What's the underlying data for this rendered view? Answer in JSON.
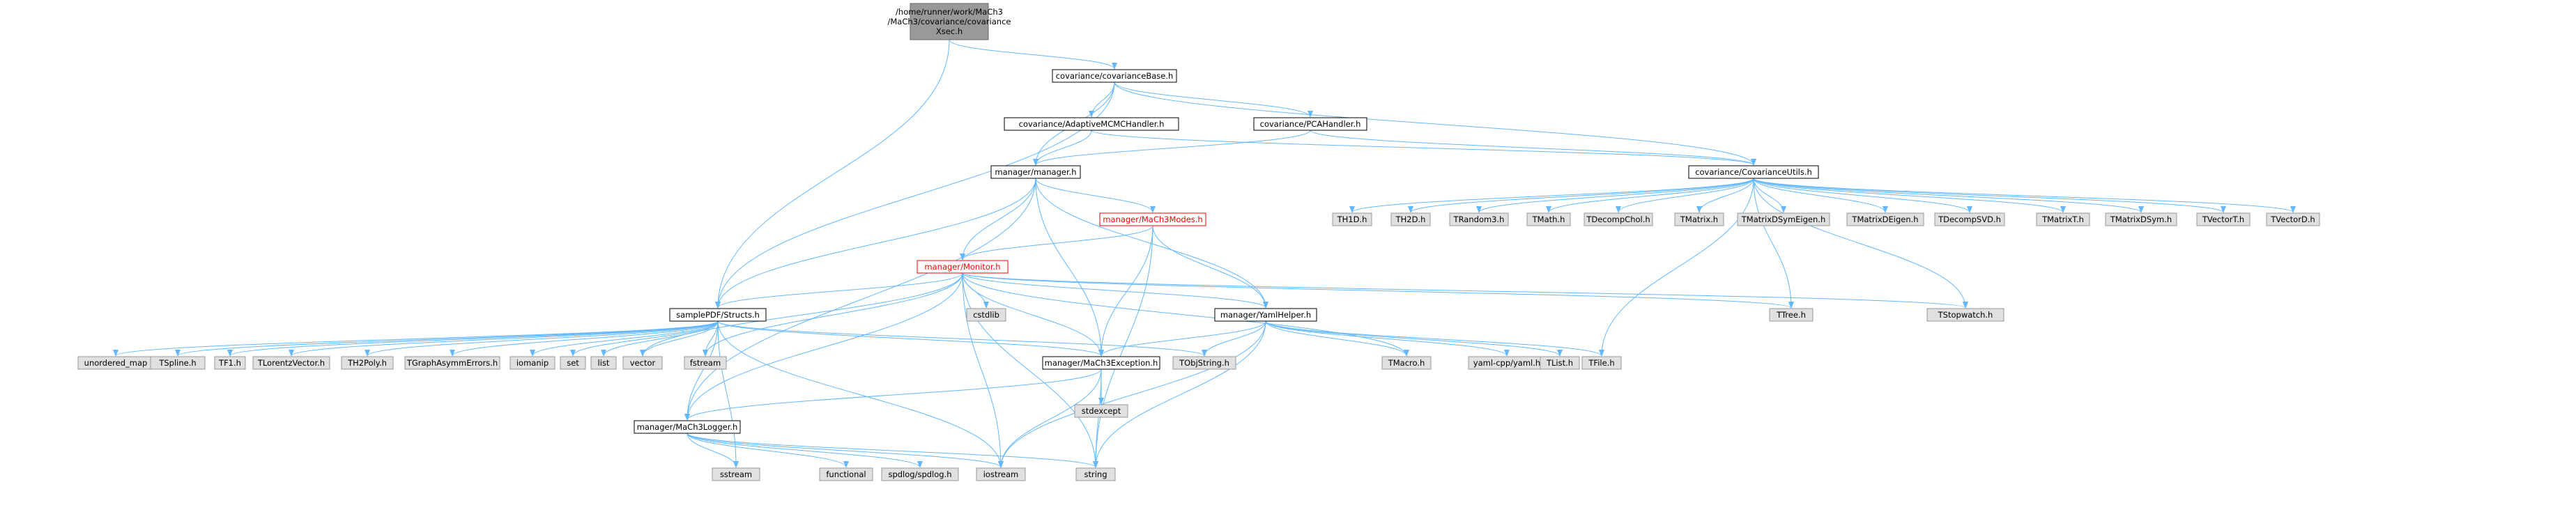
{
  "colors": {
    "edge": "#63b8ff",
    "node_border": "#000000",
    "node_fill": "#ffffff",
    "external_fill": "#e0e0e0",
    "external_border": "#999999",
    "root_fill": "#999999",
    "root_border": "#666666",
    "incomplete_border": "#ff0000"
  },
  "nodes": [
    {
      "id": "root",
      "lines": [
        "/home/runner/work/MaCh3",
        "/MaCh3/covariance/covariance",
        "Xsec.h"
      ],
      "kind": "root"
    },
    {
      "id": "covBase",
      "lines": [
        "covariance/covarianceBase.h"
      ],
      "kind": "internal"
    },
    {
      "id": "adaptive",
      "lines": [
        "covariance/AdaptiveMCMCHandler.h"
      ],
      "kind": "internal"
    },
    {
      "id": "pca",
      "lines": [
        "covariance/PCAHandler.h"
      ],
      "kind": "internal"
    },
    {
      "id": "manager",
      "lines": [
        "manager/manager.h"
      ],
      "kind": "internal"
    },
    {
      "id": "covUtils",
      "lines": [
        "covariance/CovarianceUtils.h"
      ],
      "kind": "internal"
    },
    {
      "id": "modes",
      "lines": [
        "manager/MaCh3Modes.h"
      ],
      "kind": "incomplete"
    },
    {
      "id": "monitor",
      "lines": [
        "manager/Monitor.h"
      ],
      "kind": "incomplete"
    },
    {
      "id": "structs",
      "lines": [
        "samplePDF/Structs.h"
      ],
      "kind": "internal"
    },
    {
      "id": "yaml",
      "lines": [
        "manager/YamlHelper.h"
      ],
      "kind": "internal"
    },
    {
      "id": "exception",
      "lines": [
        "manager/MaCh3Exception.h"
      ],
      "kind": "internal"
    },
    {
      "id": "logger",
      "lines": [
        "manager/MaCh3Logger.h"
      ],
      "kind": "internal"
    },
    {
      "id": "th1d",
      "lines": [
        "TH1D.h"
      ],
      "kind": "external"
    },
    {
      "id": "th2d",
      "lines": [
        "TH2D.h"
      ],
      "kind": "external"
    },
    {
      "id": "trandom3",
      "lines": [
        "TRandom3.h"
      ],
      "kind": "external"
    },
    {
      "id": "tmath",
      "lines": [
        "TMath.h"
      ],
      "kind": "external"
    },
    {
      "id": "tdecompchol",
      "lines": [
        "TDecompChol.h"
      ],
      "kind": "external"
    },
    {
      "id": "tmatrix",
      "lines": [
        "TMatrix.h"
      ],
      "kind": "external"
    },
    {
      "id": "tmatrixdsymeigen",
      "lines": [
        "TMatrixDSymEigen.h"
      ],
      "kind": "external"
    },
    {
      "id": "tmatrixdeigen",
      "lines": [
        "TMatrixDEigen.h"
      ],
      "kind": "external"
    },
    {
      "id": "tdecompsvd",
      "lines": [
        "TDecompSVD.h"
      ],
      "kind": "external"
    },
    {
      "id": "tmatrixt",
      "lines": [
        "TMatrixT.h"
      ],
      "kind": "external"
    },
    {
      "id": "tmatrixdsym",
      "lines": [
        "TMatrixDSym.h"
      ],
      "kind": "external"
    },
    {
      "id": "tvectort",
      "lines": [
        "TVectorT.h"
      ],
      "kind": "external"
    },
    {
      "id": "tvectord",
      "lines": [
        "TVectorD.h"
      ],
      "kind": "external"
    },
    {
      "id": "ttree",
      "lines": [
        "TTree.h"
      ],
      "kind": "external"
    },
    {
      "id": "tstopwatch",
      "lines": [
        "TStopwatch.h"
      ],
      "kind": "external"
    },
    {
      "id": "cstdlib",
      "lines": [
        "cstdlib"
      ],
      "kind": "external"
    },
    {
      "id": "unordered_map",
      "lines": [
        "unordered_map"
      ],
      "kind": "external"
    },
    {
      "id": "tspline",
      "lines": [
        "TSpline.h"
      ],
      "kind": "external"
    },
    {
      "id": "tf1",
      "lines": [
        "TF1.h"
      ],
      "kind": "external"
    },
    {
      "id": "tlorentz",
      "lines": [
        "TLorentzVector.h"
      ],
      "kind": "external"
    },
    {
      "id": "th2poly",
      "lines": [
        "TH2Poly.h"
      ],
      "kind": "external"
    },
    {
      "id": "tgraphasym",
      "lines": [
        "TGraphAsymmErrors.h"
      ],
      "kind": "external"
    },
    {
      "id": "iomanip",
      "lines": [
        "iomanip"
      ],
      "kind": "external"
    },
    {
      "id": "set",
      "lines": [
        "set"
      ],
      "kind": "external"
    },
    {
      "id": "list",
      "lines": [
        "list"
      ],
      "kind": "external"
    },
    {
      "id": "vector",
      "lines": [
        "vector"
      ],
      "kind": "external"
    },
    {
      "id": "fstream",
      "lines": [
        "fstream"
      ],
      "kind": "external"
    },
    {
      "id": "tobjstring",
      "lines": [
        "TObjString.h"
      ],
      "kind": "external"
    },
    {
      "id": "tmacro",
      "lines": [
        "TMacro.h"
      ],
      "kind": "external"
    },
    {
      "id": "yamlcpp",
      "lines": [
        "yaml-cpp/yaml.h"
      ],
      "kind": "external"
    },
    {
      "id": "tlist",
      "lines": [
        "TList.h"
      ],
      "kind": "external"
    },
    {
      "id": "tfile",
      "lines": [
        "TFile.h"
      ],
      "kind": "external"
    },
    {
      "id": "stdexcept",
      "lines": [
        "stdexcept"
      ],
      "kind": "external"
    },
    {
      "id": "sstream",
      "lines": [
        "sstream"
      ],
      "kind": "external"
    },
    {
      "id": "functional",
      "lines": [
        "functional"
      ],
      "kind": "external"
    },
    {
      "id": "spdlog",
      "lines": [
        "spdlog/spdlog.h"
      ],
      "kind": "external"
    },
    {
      "id": "iostream",
      "lines": [
        "iostream"
      ],
      "kind": "external"
    },
    {
      "id": "string",
      "lines": [
        "string"
      ],
      "kind": "external"
    }
  ],
  "edges": [
    [
      "root",
      "covBase"
    ],
    [
      "root",
      "structs"
    ],
    [
      "covBase",
      "adaptive"
    ],
    [
      "covBase",
      "pca"
    ],
    [
      "covBase",
      "manager"
    ],
    [
      "covBase",
      "covUtils"
    ],
    [
      "covBase",
      "structs"
    ],
    [
      "adaptive",
      "manager"
    ],
    [
      "adaptive",
      "covUtils"
    ],
    [
      "pca",
      "manager"
    ],
    [
      "pca",
      "covUtils"
    ],
    [
      "manager",
      "modes"
    ],
    [
      "manager",
      "monitor"
    ],
    [
      "manager",
      "structs"
    ],
    [
      "manager",
      "yaml"
    ],
    [
      "manager",
      "exception"
    ],
    [
      "manager",
      "logger"
    ],
    [
      "covUtils",
      "th1d"
    ],
    [
      "covUtils",
      "th2d"
    ],
    [
      "covUtils",
      "trandom3"
    ],
    [
      "covUtils",
      "tmath"
    ],
    [
      "covUtils",
      "tdecompchol"
    ],
    [
      "covUtils",
      "tmatrix"
    ],
    [
      "covUtils",
      "tmatrixdsymeigen"
    ],
    [
      "covUtils",
      "tmatrixdeigen"
    ],
    [
      "covUtils",
      "tdecompsvd"
    ],
    [
      "covUtils",
      "tmatrixt"
    ],
    [
      "covUtils",
      "tmatrixdsym"
    ],
    [
      "covUtils",
      "tvectort"
    ],
    [
      "covUtils",
      "tvectord"
    ],
    [
      "covUtils",
      "ttree"
    ],
    [
      "covUtils",
      "tstopwatch"
    ],
    [
      "covUtils",
      "tfile"
    ],
    [
      "modes",
      "monitor"
    ],
    [
      "modes",
      "yaml"
    ],
    [
      "modes",
      "exception"
    ],
    [
      "modes",
      "string"
    ],
    [
      "monitor",
      "structs"
    ],
    [
      "monitor",
      "yaml"
    ],
    [
      "monitor",
      "exception"
    ],
    [
      "monitor",
      "logger"
    ],
    [
      "monitor",
      "cstdlib"
    ],
    [
      "monitor",
      "vector"
    ],
    [
      "monitor",
      "fstream"
    ],
    [
      "monitor",
      "ttree"
    ],
    [
      "monitor",
      "tstopwatch"
    ],
    [
      "monitor",
      "tmacro"
    ],
    [
      "monitor",
      "iostream"
    ],
    [
      "monitor",
      "string"
    ],
    [
      "structs",
      "exception"
    ],
    [
      "structs",
      "logger"
    ],
    [
      "structs",
      "unordered_map"
    ],
    [
      "structs",
      "tspline"
    ],
    [
      "structs",
      "tf1"
    ],
    [
      "structs",
      "tlorentz"
    ],
    [
      "structs",
      "th2poly"
    ],
    [
      "structs",
      "tgraphasym"
    ],
    [
      "structs",
      "iomanip"
    ],
    [
      "structs",
      "set"
    ],
    [
      "structs",
      "list"
    ],
    [
      "structs",
      "vector"
    ],
    [
      "structs",
      "fstream"
    ],
    [
      "structs",
      "tobjstring"
    ],
    [
      "structs",
      "sstream"
    ],
    [
      "structs",
      "iostream"
    ],
    [
      "yaml",
      "exception"
    ],
    [
      "yaml",
      "tmacro"
    ],
    [
      "yaml",
      "yamlcpp"
    ],
    [
      "yaml",
      "tlist"
    ],
    [
      "yaml",
      "tfile"
    ],
    [
      "yaml",
      "tobjstring"
    ],
    [
      "yaml",
      "iostream"
    ],
    [
      "yaml",
      "string"
    ],
    [
      "exception",
      "logger"
    ],
    [
      "exception",
      "stdexcept"
    ],
    [
      "exception",
      "iostream"
    ],
    [
      "exception",
      "string"
    ],
    [
      "logger",
      "sstream"
    ],
    [
      "logger",
      "functional"
    ],
    [
      "logger",
      "spdlog"
    ],
    [
      "logger",
      "iostream"
    ],
    [
      "logger",
      "string"
    ]
  ]
}
